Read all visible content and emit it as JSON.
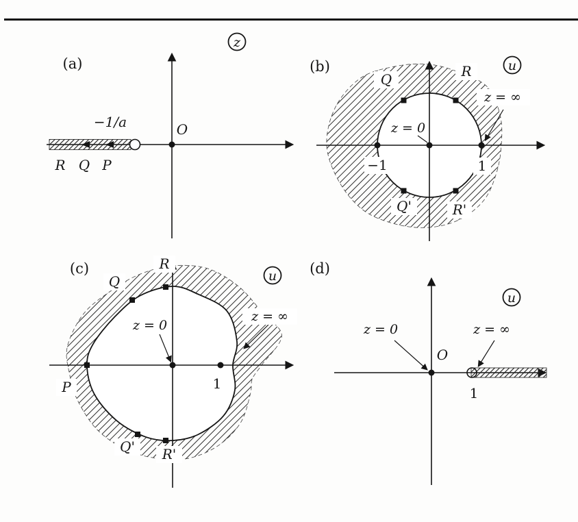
{
  "panels": {
    "a": {
      "tag": "(a)",
      "plane_symbol": "z",
      "origin": "O",
      "branch_point": "−1/a",
      "point_r": "R",
      "point_q": "Q",
      "point_p": "P"
    },
    "b": {
      "tag": "(b)",
      "plane_symbol": "u",
      "point_q": "Q",
      "point_r": "R",
      "z_infinity": "z = ∞",
      "z_zero": "z = 0",
      "minus_one": "−1",
      "one": "1",
      "point_q_prime": "Q'",
      "point_r_prime": "R'"
    },
    "c": {
      "tag": "(c)",
      "plane_symbol": "u",
      "point_r": "R",
      "point_q": "Q",
      "z_infinity": "z = ∞",
      "z_zero": "z = 0",
      "point_p": "P",
      "one": "1",
      "point_q_prime": "Q'",
      "point_r_prime": "R'"
    },
    "d": {
      "tag": "(d)",
      "plane_symbol": "u",
      "z_zero": "z = 0",
      "origin": "O",
      "z_infinity": "z = ∞",
      "one": "1"
    }
  }
}
